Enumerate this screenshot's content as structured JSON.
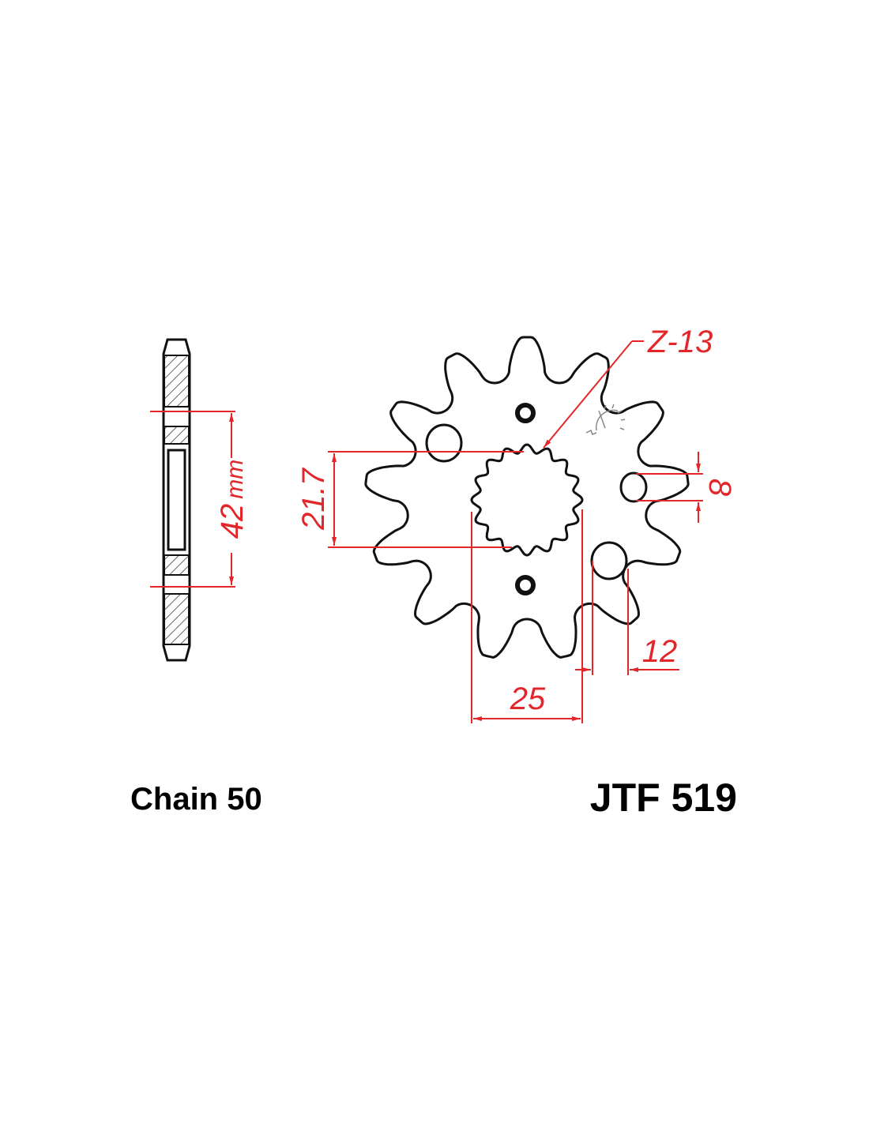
{
  "drawing": {
    "teeth_label": "Z-13",
    "teeth_count": 13,
    "dimensions": {
      "spline_diameter": "21.7",
      "hub_width_value": "42",
      "hub_width_unit": "mm",
      "hole_diameter": "8",
      "offset_small": "12",
      "offset_large": "25"
    },
    "chain_label": "Chain 50",
    "part_number": "JTF 519"
  },
  "colors": {
    "dimension": "#e3262a",
    "outline": "#111111"
  }
}
